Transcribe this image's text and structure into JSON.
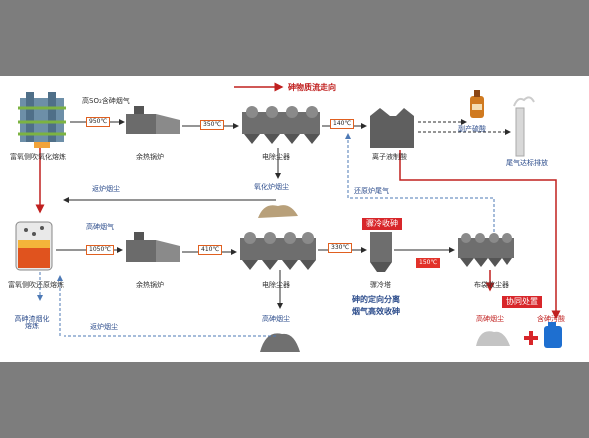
{
  "flow_title": "砷物质流走向",
  "top_row": {
    "smelter": "富氧侧吹氧化熔炼",
    "gas": "高SO₂含砷烟气",
    "temp1": "950℃",
    "boiler": "余热锅炉",
    "temp2": "350℃",
    "esp": "电除尘器",
    "temp3": "140℃",
    "plant": "离子液制酸",
    "byproduct": "副产硫酸",
    "emission": "尾气达标排放",
    "oxide_dust": "氧化炉烟尘",
    "return_gas": "还原炉尾气",
    "return_dust": "返炉烟尘"
  },
  "bottom_row": {
    "smelter": "富氧侧吹还原熔炼",
    "gas": "高砷烟气",
    "temp1": "1050℃",
    "boiler": "余热锅炉",
    "temp2": "410℃",
    "esp": "电除尘器",
    "temp3": "330℃",
    "quench_badge": "骤冷收砷",
    "quench_tower": "骤冷塔",
    "temp4": "150℃",
    "baghouse": "布袋收尘器",
    "collab_badge": "协同处置",
    "high_as_dust": "高砷烟尘",
    "as_sludge": "含砷污酸",
    "slag": "高砷渣烟化熔炼",
    "return_dust": "返炉烟尘",
    "as_dust": "高砷烟尘",
    "caption_line1": "砷的定向分离",
    "caption_line2": "烟气高效收砷"
  },
  "colors": {
    "accent_red": "#c0201f",
    "blue_text": "#2d4d8c",
    "arrow": "#2b2b2b"
  }
}
